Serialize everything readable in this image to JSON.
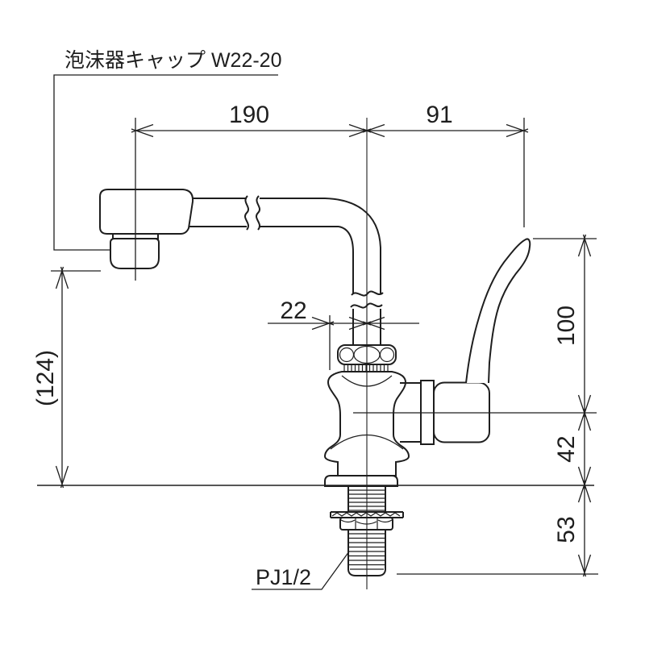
{
  "drawing": {
    "aerator_cap_label": "泡沫器キャップ W22-20",
    "thread_size_label": "PJ1/2",
    "dim_spout_reach": "190",
    "dim_handle_reach": "91",
    "dim_pipe_offset": "22",
    "dim_spout_height": "(124)",
    "dim_handle_height": "100",
    "dim_body_height": "42",
    "dim_shank_length": "53",
    "line_color": "#1e1e1e",
    "background_color": "#ffffff"
  }
}
